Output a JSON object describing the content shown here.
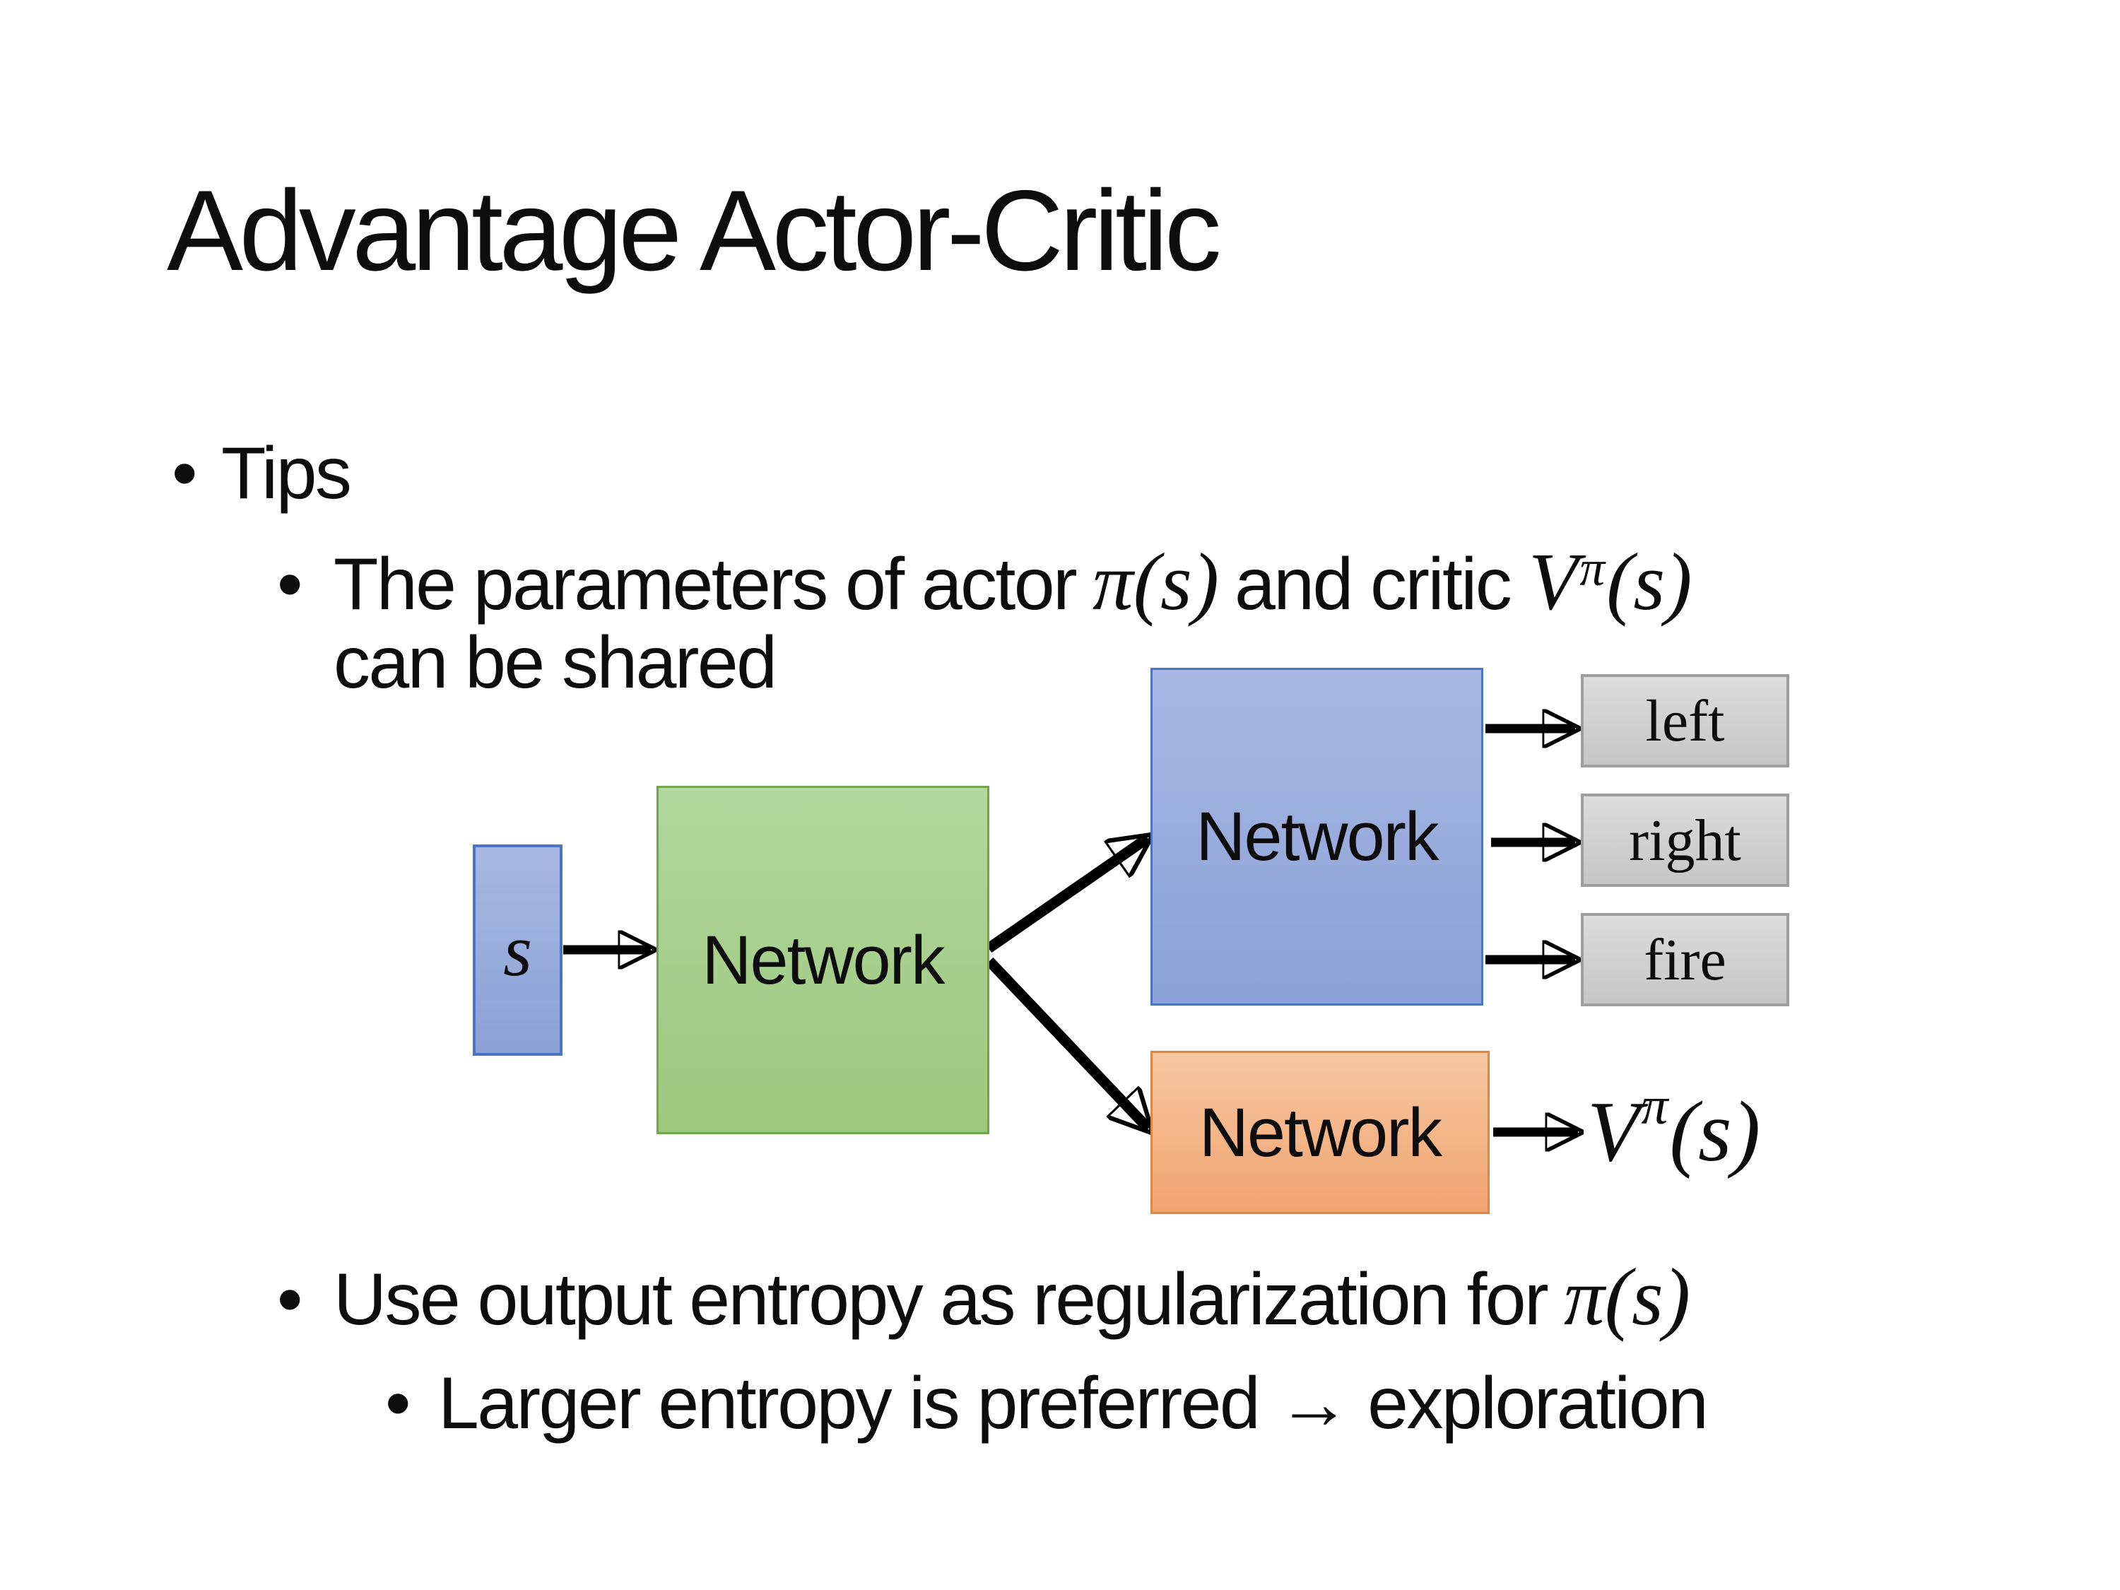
{
  "title": "Advantage Actor-Critic",
  "bullet_glyph": "•",
  "bullets": {
    "tips": "Tips",
    "param_pre": "The parameters of actor",
    "pi_s": "π(s)",
    "and_critic": "and critic",
    "v_base": "V",
    "v_sup": "π",
    "v_args": "(s)",
    "param_line2": "can be shared",
    "entropy_pre": "Use output entropy as regularization for",
    "entropy_math": "π(s)",
    "larger": "Larger entropy is preferred → exploration"
  },
  "diagram": {
    "state_label": "s",
    "shared_network_label": "Network",
    "actor_network_label": "Network",
    "critic_network_label": "Network",
    "actions": [
      "left",
      "right",
      "fire"
    ],
    "value": {
      "base": "V",
      "sup": "π",
      "args": "(s)"
    }
  },
  "colors": {
    "text": "#0d0d0d",
    "arrow": "#000000",
    "blue-fill-top": "#a9b7e2",
    "blue-fill-bottom": "#8aa2d8",
    "blue-border": "#4b74c4",
    "green-fill-top": "#b2d69c",
    "green-fill-bottom": "#9cc87e",
    "green-border": "#6fa84b",
    "orange-fill-top": "#f7c7a2",
    "orange-fill-bottom": "#f0a470",
    "orange-border": "#e0873f",
    "gray-fill-top": "#dcdcdc",
    "gray-fill-bottom": "#c6c6c6",
    "gray-border": "#9e9e9e"
  }
}
